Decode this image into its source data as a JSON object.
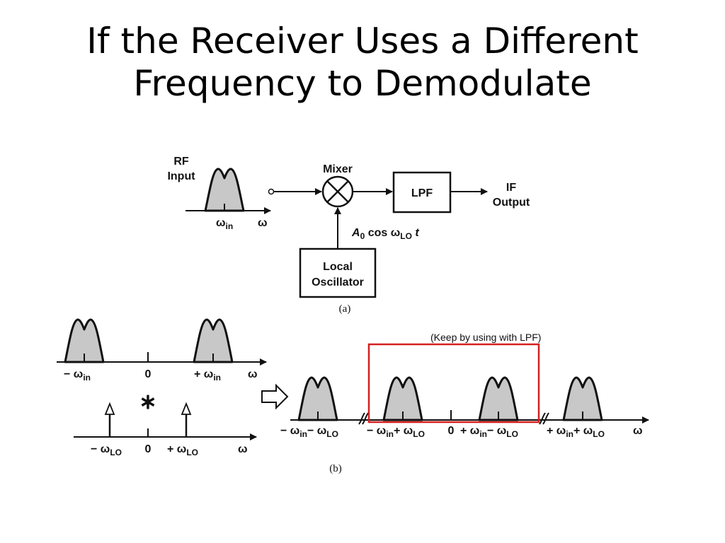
{
  "title": {
    "line1": "If the Receiver Uses a Different",
    "line2": "Frequency to Demodulate"
  },
  "diagram_a": {
    "rf_input_line1": "RF",
    "rf_input_line2": "Input",
    "mixer": "Mixer",
    "lpf": "LPF",
    "if_line1": "IF",
    "if_line2": "Output",
    "lo_signal_a": "A",
    "lo_signal_sub": "0",
    "lo_signal_cos": " cos ",
    "lo_signal_omega": "ω",
    "lo_signal_lo": "LO",
    "lo_signal_t": " t",
    "local_line1": "Local",
    "local_line2": "Oscillator",
    "omega": "ω",
    "omega_in_sub": "in",
    "caption": "(a)"
  },
  "diagram_b": {
    "top_neg": "− ω",
    "top_pos": "+ ω",
    "sub_in": "in",
    "zero": "0",
    "omega": "ω",
    "convolve": "∗",
    "lo_neg": "− ω",
    "lo_pos": "+ ω",
    "sub_lo": "LO",
    "res1": "− ω",
    "res1b": "− ω",
    "res2": "− ω",
    "res2b": "+ ω",
    "res3": "+ ω",
    "res3b": "− ω",
    "res4": "+ ω",
    "res4b": "+ ω",
    "keep_note": "(Keep by using with LPF)",
    "caption": "(b)"
  },
  "colors": {
    "highlight_box": "#d42020",
    "lump_fill": "#c8c8c8"
  }
}
